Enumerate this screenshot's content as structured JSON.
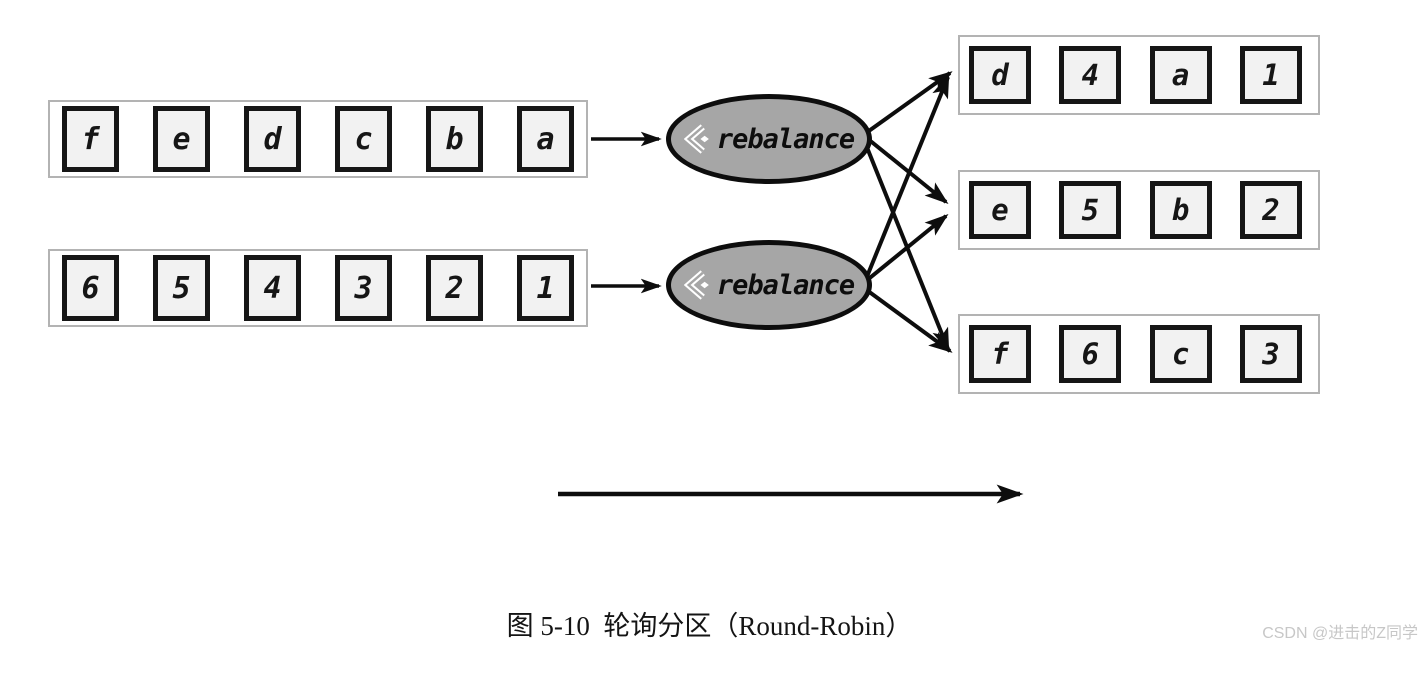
{
  "figure": {
    "inputs": [
      {
        "name": "input-stream-letters",
        "items": [
          "f",
          "e",
          "d",
          "c",
          "b",
          "a"
        ]
      },
      {
        "name": "input-stream-numbers",
        "items": [
          "6",
          "5",
          "4",
          "3",
          "2",
          "1"
        ]
      }
    ],
    "operators": [
      {
        "label": "rebalance",
        "icon": "double-chevron-left-icon"
      },
      {
        "label": "rebalance",
        "icon": "double-chevron-left-icon"
      }
    ],
    "outputs": [
      {
        "name": "output-partition-1",
        "items": [
          "d",
          "4",
          "a",
          "1"
        ]
      },
      {
        "name": "output-partition-2",
        "items": [
          "e",
          "5",
          "b",
          "2"
        ]
      },
      {
        "name": "output-partition-3",
        "items": [
          "f",
          "6",
          "c",
          "3"
        ]
      }
    ],
    "colors": {
      "operator_fill": "#a6a6a6",
      "cell_fill": "#f2f2f2",
      "line": "#0d0d0d",
      "container_border": "#b3b3b3",
      "watermark_text": "#c7c7c7"
    }
  },
  "caption": "图 5-10  轮询分区（Round-Robin）",
  "watermark": "CSDN @进击的Z同学"
}
